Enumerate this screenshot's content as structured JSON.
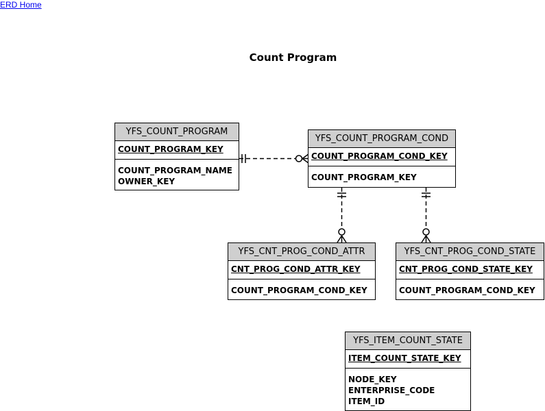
{
  "nav": {
    "home_link": "ERD Home"
  },
  "diagram": {
    "title": "Count Program"
  },
  "entities": [
    {
      "name": "YFS_COUNT_PROGRAM",
      "primary_key": "COUNT_PROGRAM_KEY",
      "attributes": [
        "COUNT_PROGRAM_NAME",
        "OWNER_KEY"
      ]
    },
    {
      "name": "YFS_COUNT_PROGRAM_COND",
      "primary_key": "COUNT_PROGRAM_COND_KEY",
      "attributes": [
        "COUNT_PROGRAM_KEY"
      ]
    },
    {
      "name": "YFS_CNT_PROG_COND_ATTR",
      "primary_key": "CNT_PROG_COND_ATTR_KEY",
      "attributes": [
        "COUNT_PROGRAM_COND_KEY"
      ]
    },
    {
      "name": "YFS_CNT_PROG_COND_STATE",
      "primary_key": "CNT_PROG_COND_STATE_KEY",
      "attributes": [
        "COUNT_PROGRAM_COND_KEY"
      ]
    },
    {
      "name": "YFS_ITEM_COUNT_STATE",
      "primary_key": "ITEM_COUNT_STATE_KEY",
      "attributes": [
        "NODE_KEY",
        "ENTERPRISE_CODE",
        "ITEM_ID"
      ]
    }
  ],
  "relationships": [
    {
      "from": "YFS_COUNT_PROGRAM",
      "to": "YFS_COUNT_PROGRAM_COND",
      "cardinality": "one-to-zero-or-many",
      "line_style": "dashed"
    },
    {
      "from": "YFS_COUNT_PROGRAM_COND",
      "to": "YFS_CNT_PROG_COND_ATTR",
      "cardinality": "one-to-zero-or-many",
      "line_style": "dashed"
    },
    {
      "from": "YFS_COUNT_PROGRAM_COND",
      "to": "YFS_CNT_PROG_COND_STATE",
      "cardinality": "one-to-zero-or-many",
      "line_style": "dashed"
    }
  ],
  "colors": {
    "entity_header_bg": "#cfcfcf",
    "link": "#0000ee",
    "line": "#000000"
  }
}
